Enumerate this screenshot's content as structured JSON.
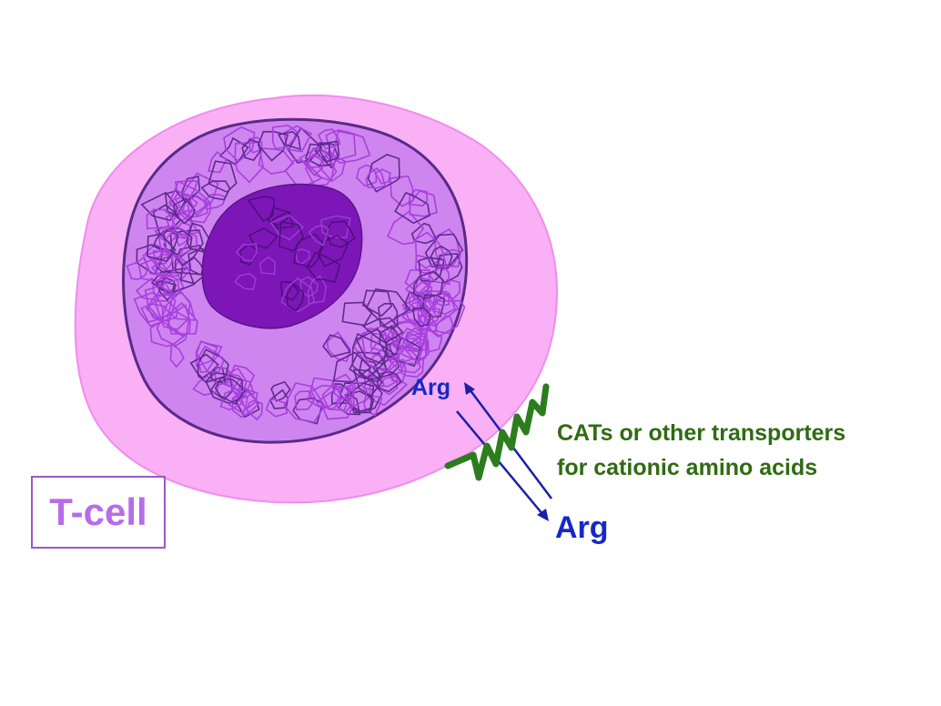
{
  "labels": {
    "arg_inside": "Arg",
    "arg_outside": "Arg",
    "transporter_line1": "CATs or other transporters",
    "transporter_line2": "for cationic amino acids",
    "cell_type": "T-cell"
  },
  "colors": {
    "cytoplasm": "#f9b0f5",
    "cytoplasm_edge": "#f08ced",
    "nucleus": "#cf85ef",
    "nucleus_edge": "#5a2a8a",
    "nucleolus": "#7d16b6",
    "chromatin": "#a740dd",
    "chromatin_dark": "#5e2b8f",
    "arg_text": "#1429c8",
    "arrow": "#1c1fa8",
    "transporter": "#2c7d1e",
    "transporter_text": "#2f6b12",
    "cell_label": "#b76ce8",
    "cell_label_border": "#9a59c8"
  },
  "icons": {
    "cell": "t-cell-illustration",
    "transporter": "zigzag-transporter-icon",
    "arrows": "bidirectional-arrows-icon"
  }
}
